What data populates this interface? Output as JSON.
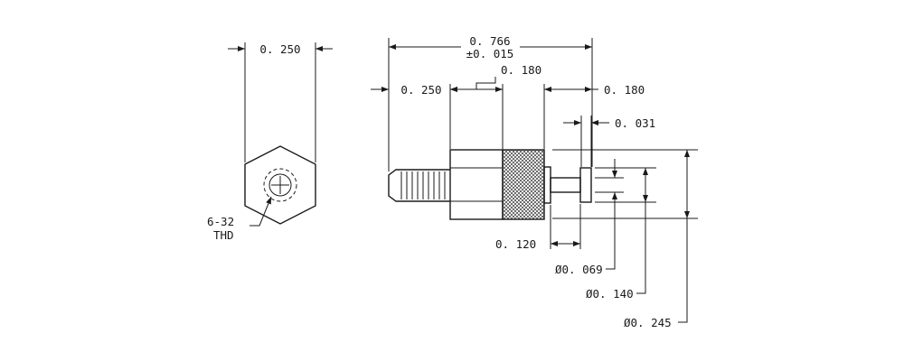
{
  "dimensions": {
    "hex_width": "0. 250",
    "overall_length": "0. 766",
    "overall_tolerance": "±0. 015",
    "thread_length": "0. 250",
    "hex_length": "0. 180",
    "tip_length": "0. 180",
    "flange_thickness": "0. 031",
    "neck_length": "0. 120",
    "dia_neck": "Ø0. 069",
    "dia_flange": "Ø0. 140",
    "dia_head": "Ø0. 245"
  },
  "callout": {
    "thread_size": "6-32",
    "thread_type": "THD"
  }
}
